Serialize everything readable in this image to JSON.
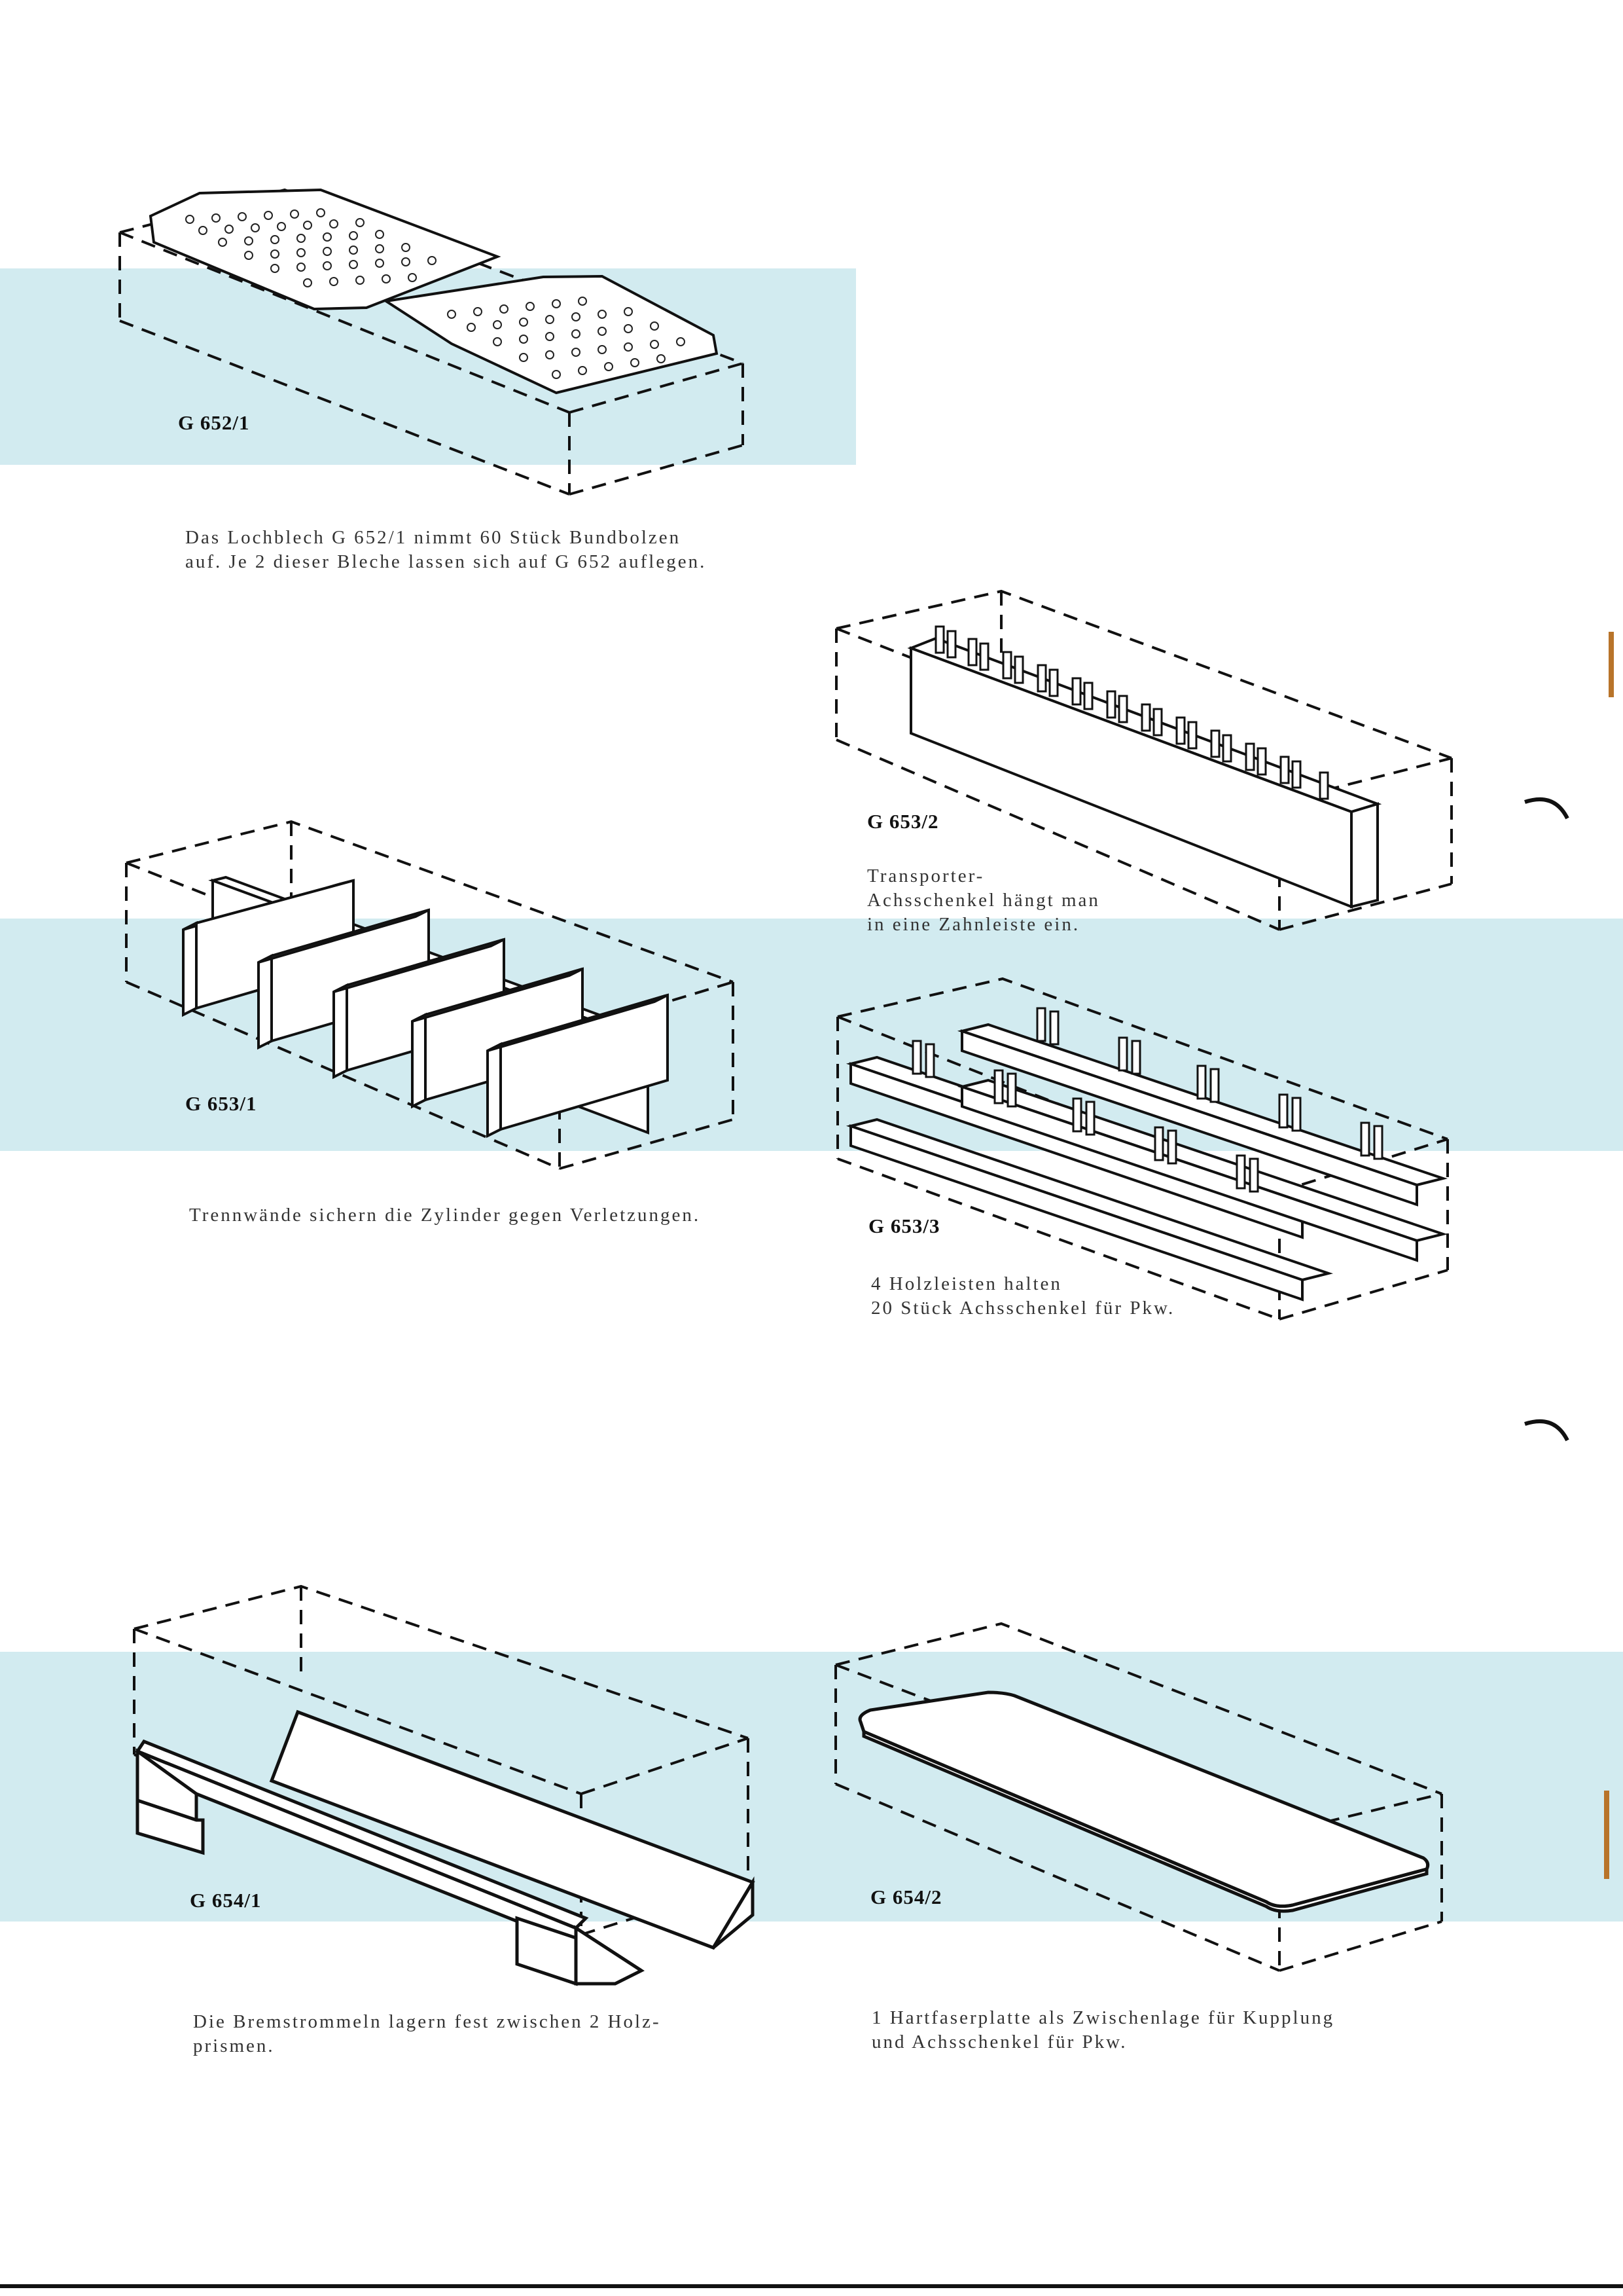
{
  "colors": {
    "band": "#d2ebf0",
    "ink": "#111111"
  },
  "figures": [
    {
      "id": "g652-1",
      "label": "G 652/1",
      "caption_lines": [
        "Das Lochblech G 652/1 nimmt 60 Stück Bundbolzen",
        "auf. Je 2 dieser Bleche lassen sich auf G 652 auflegen."
      ]
    },
    {
      "id": "g653-2",
      "label": "G 653/2",
      "caption_lines": [
        "Transporter-",
        "Achsschenkel hängt man",
        "in eine Zahnleiste ein."
      ]
    },
    {
      "id": "g653-1",
      "label": "G 653/1",
      "caption_lines": [
        "Trennwände sichern die Zylinder gegen Verletzungen."
      ]
    },
    {
      "id": "g653-3",
      "label": "G 653/3",
      "caption_lines": [
        "4 Holzleisten halten",
        "20 Stück Achsschenkel für Pkw."
      ]
    },
    {
      "id": "g654-1",
      "label": "G 654/1",
      "caption_lines": [
        "Die Bremstrommeln lagern fest zwischen 2 Holz-",
        "prismen."
      ]
    },
    {
      "id": "g654-2",
      "label": "G 654/2",
      "caption_lines": [
        "1 Hartfaserplatte als Zwischenlage für Kupplung",
        "und Achsschenkel für Pkw."
      ]
    }
  ]
}
